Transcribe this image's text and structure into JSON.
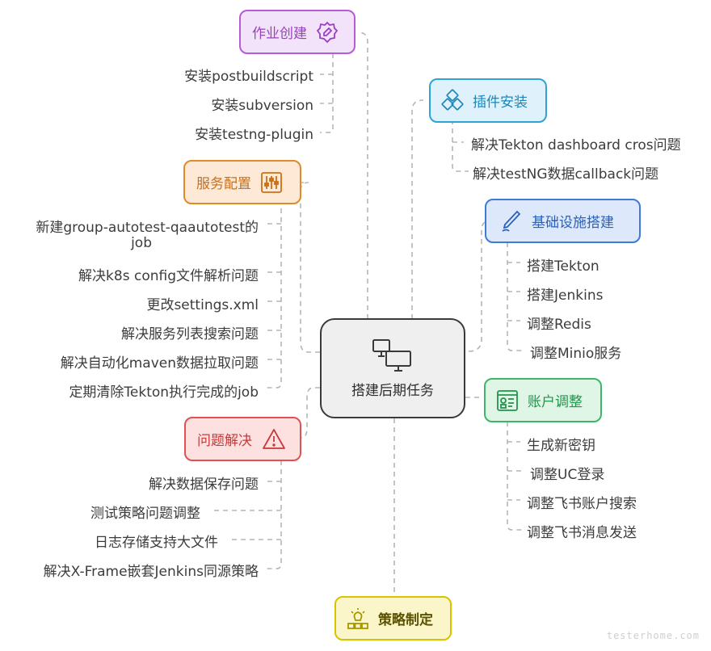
{
  "center": {
    "label": "搭建后期任务",
    "icon": "monitors-icon"
  },
  "branches": {
    "zuoye": {
      "label": "作业创建",
      "icon": "gear-pencil-icon",
      "color": "#b45cd6",
      "items": [
        "安装postbuildscript",
        "安装subversion",
        "安装testng-plugin"
      ]
    },
    "fuwu": {
      "label": "服务配置",
      "icon": "sliders-icon",
      "color": "#e08a2a",
      "items": [
        "新建group-autotest-qaautotest的",
        "job",
        "解决k8s config文件解析问题",
        "更改settings.xml",
        "解决服务列表搜索问题",
        "解决自动化maven数据拉取问题",
        "定期清除Tekton执行完成的job"
      ]
    },
    "wenti": {
      "label": "问题解决",
      "icon": "warning-icon",
      "color": "#e05252",
      "items": [
        "解决数据保存问题",
        "测试策略问题调整",
        "日志存储支持大文件",
        "解决X-Frame嵌套Jenkins同源策略"
      ]
    },
    "celue": {
      "label": "策略制定",
      "icon": "lightbulb-icon",
      "color": "#c9b400"
    },
    "chajian": {
      "label": "插件安装",
      "icon": "cubes-icon",
      "color": "#2fa3d6",
      "items": [
        "解决Tekton dashboard cros问题",
        "解决testNG数据callback问题"
      ]
    },
    "jichu": {
      "label": "基础设施搭建",
      "icon": "pen-icon",
      "color": "#3d7bd8",
      "items": [
        "搭建Tekton",
        "搭建Jenkins",
        "调整Redis",
        "调整Minio服务"
      ]
    },
    "zhanghu": {
      "label": "账户调整",
      "icon": "dashboard-icon",
      "color": "#3fb56b",
      "items": [
        "生成新密钥",
        "调整UC登录",
        "调整飞书账户搜索",
        "调整飞书消息发送"
      ]
    }
  },
  "watermark": "testerhome.com"
}
